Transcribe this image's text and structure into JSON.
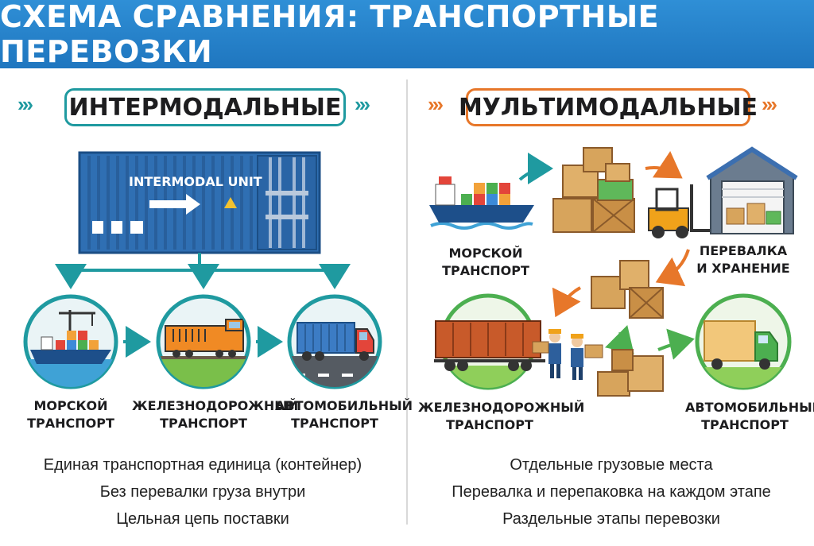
{
  "header": {
    "title": "СХЕМА СРАВНЕНИЯ: ТРАНСПОРТНЫЕ ПЕРЕВОЗКИ"
  },
  "intermodal": {
    "title": "ИНТЕРМОДАЛЬНЫЕ",
    "container_label": "INTERMODAL UNIT",
    "modes": [
      {
        "line1": "МОРСКОЙ",
        "line2": "ТРАНСПОРТ"
      },
      {
        "line1": "ЖЕЛЕЗНОДОРОЖНЫЙ",
        "line2": "ТРАНСПОРТ"
      },
      {
        "line1": "АВТОМОБИЛЬНЫЙ",
        "line2": "ТРАНСПОРТ"
      }
    ],
    "bullets": [
      "Единая транспортная единица (контейнер)",
      "Без перевалки груза внутри",
      "Цельная цепь поставки"
    ]
  },
  "multimodal": {
    "title": "МУЛЬТИМОДАЛЬНЫЕ",
    "modes": {
      "sea": {
        "line1": "МОРСКОЙ",
        "line2": "ТРАНСПОРТ"
      },
      "transship": {
        "line1": "ПЕРЕВАЛКА",
        "line2": "И ХРАНЕНИЕ"
      },
      "rail": {
        "line1": "ЖЕЛЕЗНОДОРОЖНЫЙ",
        "line2": "ТРАНСПОРТ"
      },
      "road": {
        "line1": "АВТОМОБИЛЬНЫЙ",
        "line2": "ТРАНСПОРТ"
      }
    },
    "bullets": [
      "Отдельные грузовые места",
      "Перевалка и перепаковка на каждом этапе",
      "Раздельные этапы перевозки"
    ]
  },
  "colors": {
    "header": "#1f76bf",
    "teal": "#1f9aa0",
    "orange": "#e7772a",
    "green": "#4caf50",
    "container": "#2f6fb3"
  }
}
